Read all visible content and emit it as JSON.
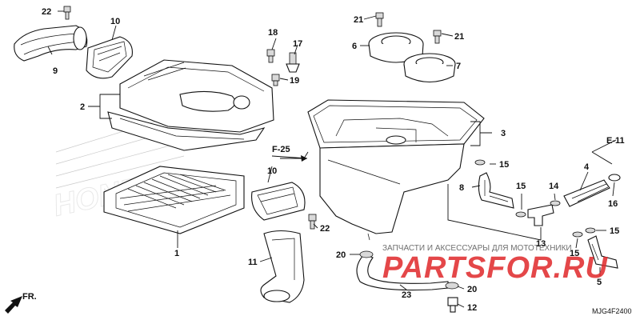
{
  "diagram": {
    "code": "MJG4F2400",
    "ref_labels": {
      "f25": "F-25",
      "e11": "E-11",
      "fr": "FR."
    },
    "watermark": {
      "text_line": "ЗАПЧАСТИ И АКСЕССУАРЫ ДЛЯ МОТОТЕХНИКИ",
      "logo": "PARTSFOR.RU",
      "brand_background": "HONDA",
      "colors": {
        "logo": "#e0282a",
        "text": "#555555"
      }
    },
    "callouts": {
      "n1": "1",
      "n2": "2",
      "n3": "3",
      "n4": "4",
      "n5": "5",
      "n6": "6",
      "n7": "7",
      "n8": "8",
      "n9": "9",
      "n10a": "10",
      "n10b": "10",
      "n11": "11",
      "n12": "12",
      "n13": "13",
      "n14": "14",
      "n15a": "15",
      "n15b": "15",
      "n15c": "15",
      "n15d": "15",
      "n16": "16",
      "n17": "17",
      "n18": "18",
      "n19": "19",
      "n20a": "20",
      "n20b": "20",
      "n21a": "21",
      "n21b": "21",
      "n22a": "22",
      "n22b": "22",
      "n23": "23"
    }
  }
}
